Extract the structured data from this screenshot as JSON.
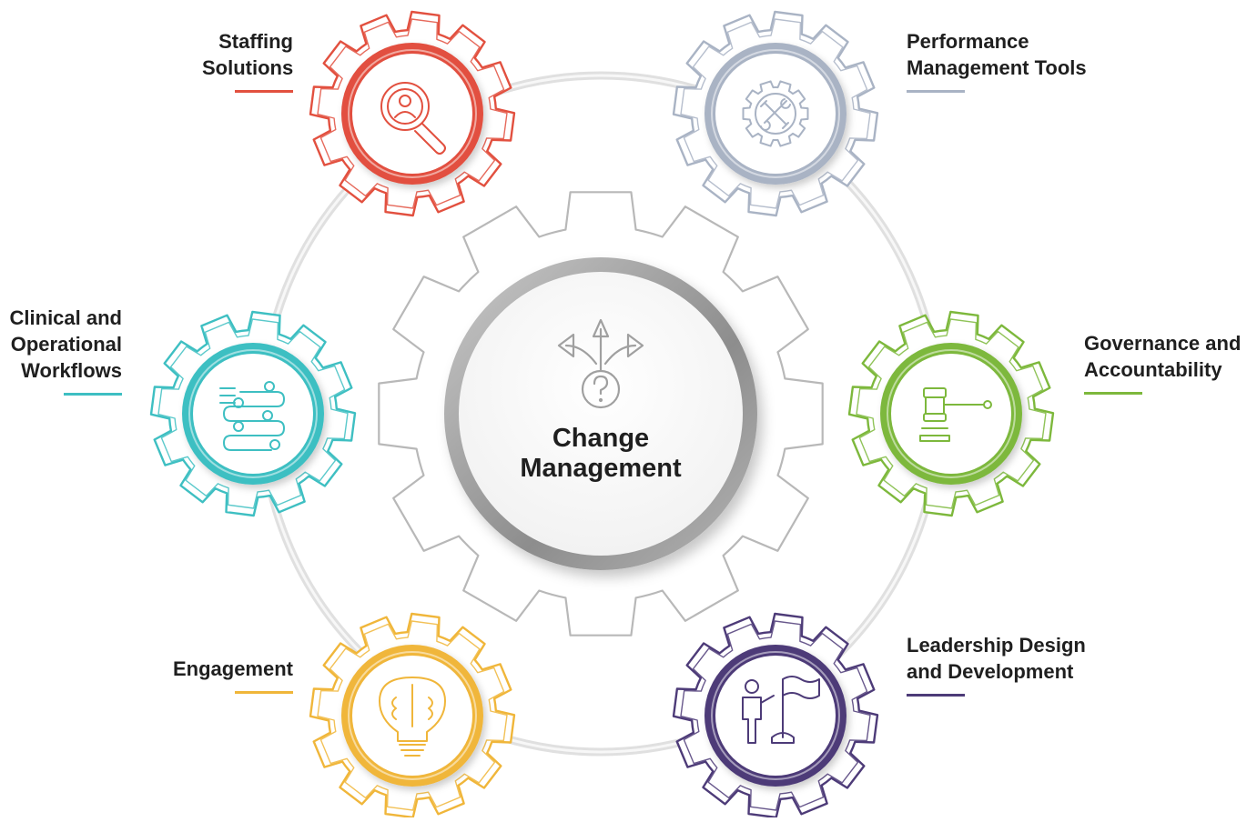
{
  "hub": {
    "title_line1": "Change",
    "title_line2": "Management",
    "icon": "diverging-arrows-question-icon",
    "color": "#a8a8a8"
  },
  "nodes": [
    {
      "id": "staffing",
      "line1": "Staffing",
      "line2": "Solutions",
      "color": "#e2503f",
      "icon": "magnifier-person-icon"
    },
    {
      "id": "performance",
      "line1": "Performance",
      "line2": "Management Tools",
      "color": "#a9b3c4",
      "icon": "gear-tools-icon"
    },
    {
      "id": "governance",
      "line1": "Governance and",
      "line2": "Accountability",
      "color": "#7db83c",
      "icon": "gavel-icon"
    },
    {
      "id": "leadership",
      "line1": "Leadership Design",
      "line2": "and Development",
      "color": "#4d3b78",
      "icon": "person-flag-icon"
    },
    {
      "id": "engagement",
      "line1": "Engagement",
      "line2": "",
      "color": "#f0b63a",
      "icon": "brain-lightbulb-icon"
    },
    {
      "id": "clinical",
      "line1": "Clinical and",
      "line2": "Operational",
      "line3": "Workflows",
      "color": "#3ebfc2",
      "icon": "workflow-checklist-icon"
    }
  ]
}
